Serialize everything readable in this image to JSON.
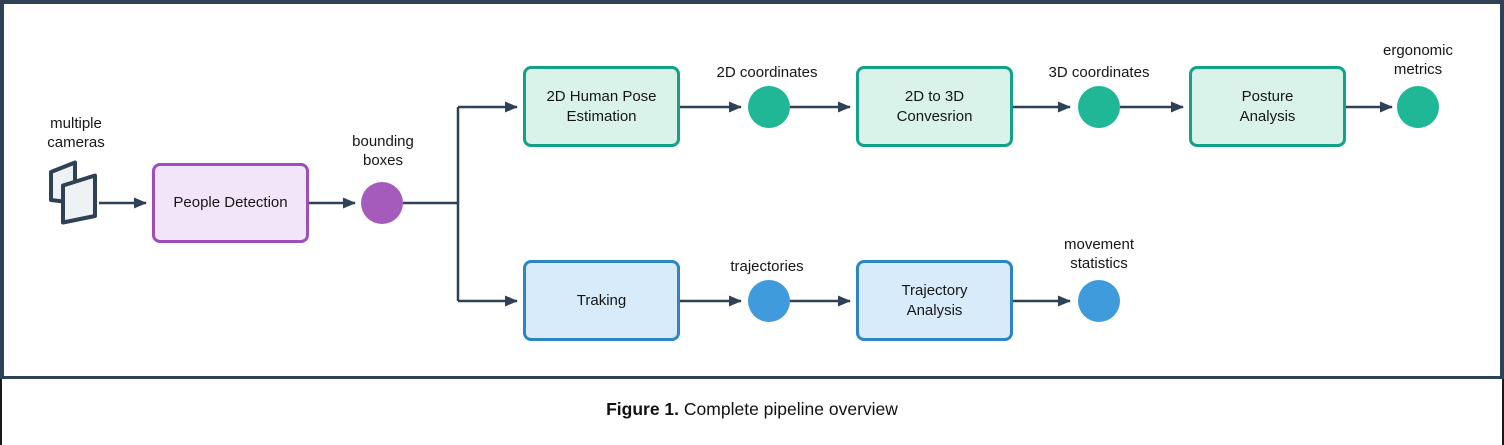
{
  "diagram": {
    "source_label": "multiple\ncameras",
    "nodes": {
      "people_detection": "People Detection",
      "pose_estimation": "2D Human Pose\nEstimation",
      "conversion_2d_3d": "2D to 3D\nConvesrion",
      "posture_analysis": "Posture\nAnalysis",
      "tracking": "Traking",
      "trajectory_analysis": "Trajectory\nAnalysis"
    },
    "artifacts": {
      "bounding_boxes": "bounding\nboxes",
      "coordinates_2d": "2D coordinates",
      "coordinates_3d": "3D coordinates",
      "ergonomic_metrics": "ergonomic\nmetrics",
      "trajectories": "trajectories",
      "movement_statistics": "movement\nstatistics"
    },
    "colors": {
      "line": "#2e4156",
      "purple_border": "#9d4eb8",
      "purple_fill": "#f3e5f9",
      "purple_dot": "#a55bbb",
      "teal_border": "#13a287",
      "teal_fill": "#d9f2ea",
      "teal_dot": "#1fb795",
      "blue_border": "#2e86c1",
      "blue_fill": "#d8ebfb",
      "blue_dot": "#3f9bdb"
    }
  },
  "caption": {
    "prefix": "Figure 1.",
    "text": "Complete pipeline overview"
  }
}
